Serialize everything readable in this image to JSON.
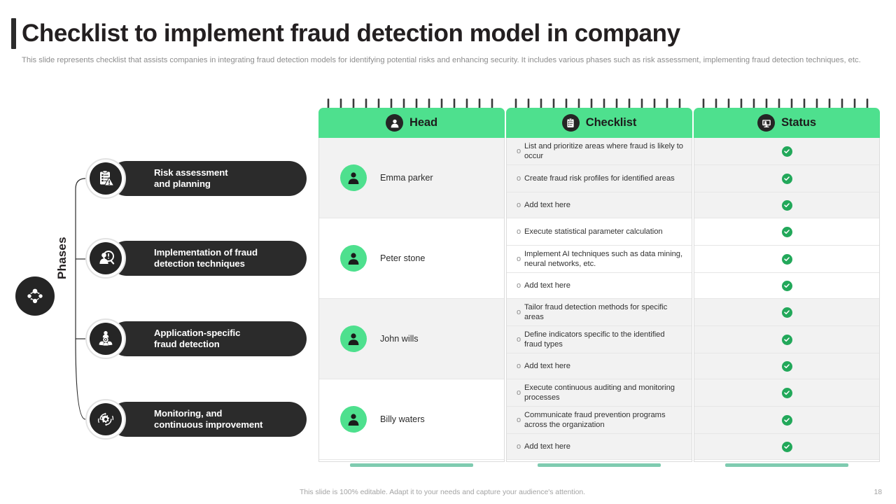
{
  "slide": {
    "title": "Checklist to implement fraud detection model in company",
    "subtitle": "This slide represents checklist that assists companies in integrating fraud detection models for identifying potential risks and enhancing security. It includes various phases such as risk assessment, implementing fraud detection techniques, etc.",
    "footer_note": "This slide is 100% editable. Adapt it to your needs and capture your audience's attention.",
    "page_number": "18"
  },
  "colors": {
    "accent_green": "#4ee08e",
    "dark": "#2b2b2b",
    "check_green": "#22a85a",
    "foot_bar": "#7fcbb0",
    "row_alt": "#f2f2f2",
    "muted_text": "#8d8d8d"
  },
  "phases_panel": {
    "label": "Phases",
    "hub_icon": "network-nodes-icon",
    "items": [
      {
        "label": "Risk assessment\nand planning",
        "line1": "Risk assessment",
        "line2": "and planning",
        "icon": "clipboard-warning-icon"
      },
      {
        "label": "Implementation of fraud\ndetection techniques",
        "line1": "Implementation of fraud",
        "line2": "detection techniques",
        "icon": "fraud-magnifier-icon"
      },
      {
        "label": "Application-specific\nfraud detection",
        "line1": "Application-specific",
        "line2": "fraud detection",
        "icon": "people-group-icon"
      },
      {
        "label": "Monitoring, and\ncontinuous improvement",
        "line1": "Monitoring, and",
        "line2": "continuous improvement",
        "icon": "gear-monitoring-icon"
      }
    ]
  },
  "cards": {
    "head": {
      "title": "Head",
      "icon": "user-avatar-icon",
      "rows": [
        {
          "name": "Emma parker",
          "avatar": "person-icon"
        },
        {
          "name": "Peter stone",
          "avatar": "person-icon"
        },
        {
          "name": "John wills",
          "avatar": "person-icon"
        },
        {
          "name": "Billy waters",
          "avatar": "person-icon"
        }
      ]
    },
    "checklist": {
      "title": "Checklist",
      "icon": "clipboard-list-icon",
      "bullet": "o",
      "groups": [
        {
          "items": [
            "List and prioritize areas where fraud is likely to occur",
            "Create fraud risk profiles for identified areas",
            "Add text here"
          ]
        },
        {
          "items": [
            "Execute statistical parameter calculation",
            "Implement AI techniques such as data mining, neural networks, etc.",
            "Add text here"
          ]
        },
        {
          "items": [
            "Tailor fraud detection methods for specific areas",
            "Define indicators specific to the identified fraud types",
            "Add text here"
          ]
        },
        {
          "items": [
            "Execute continuous auditing and monitoring processes",
            "Communicate fraud prevention programs across the organization",
            "Add text here"
          ]
        }
      ]
    },
    "status": {
      "title": "Status",
      "icon": "monitor-status-icon",
      "values": [
        "checked",
        "checked",
        "checked",
        "checked",
        "checked",
        "checked",
        "checked",
        "checked",
        "checked",
        "checked",
        "checked",
        "checked"
      ]
    }
  }
}
